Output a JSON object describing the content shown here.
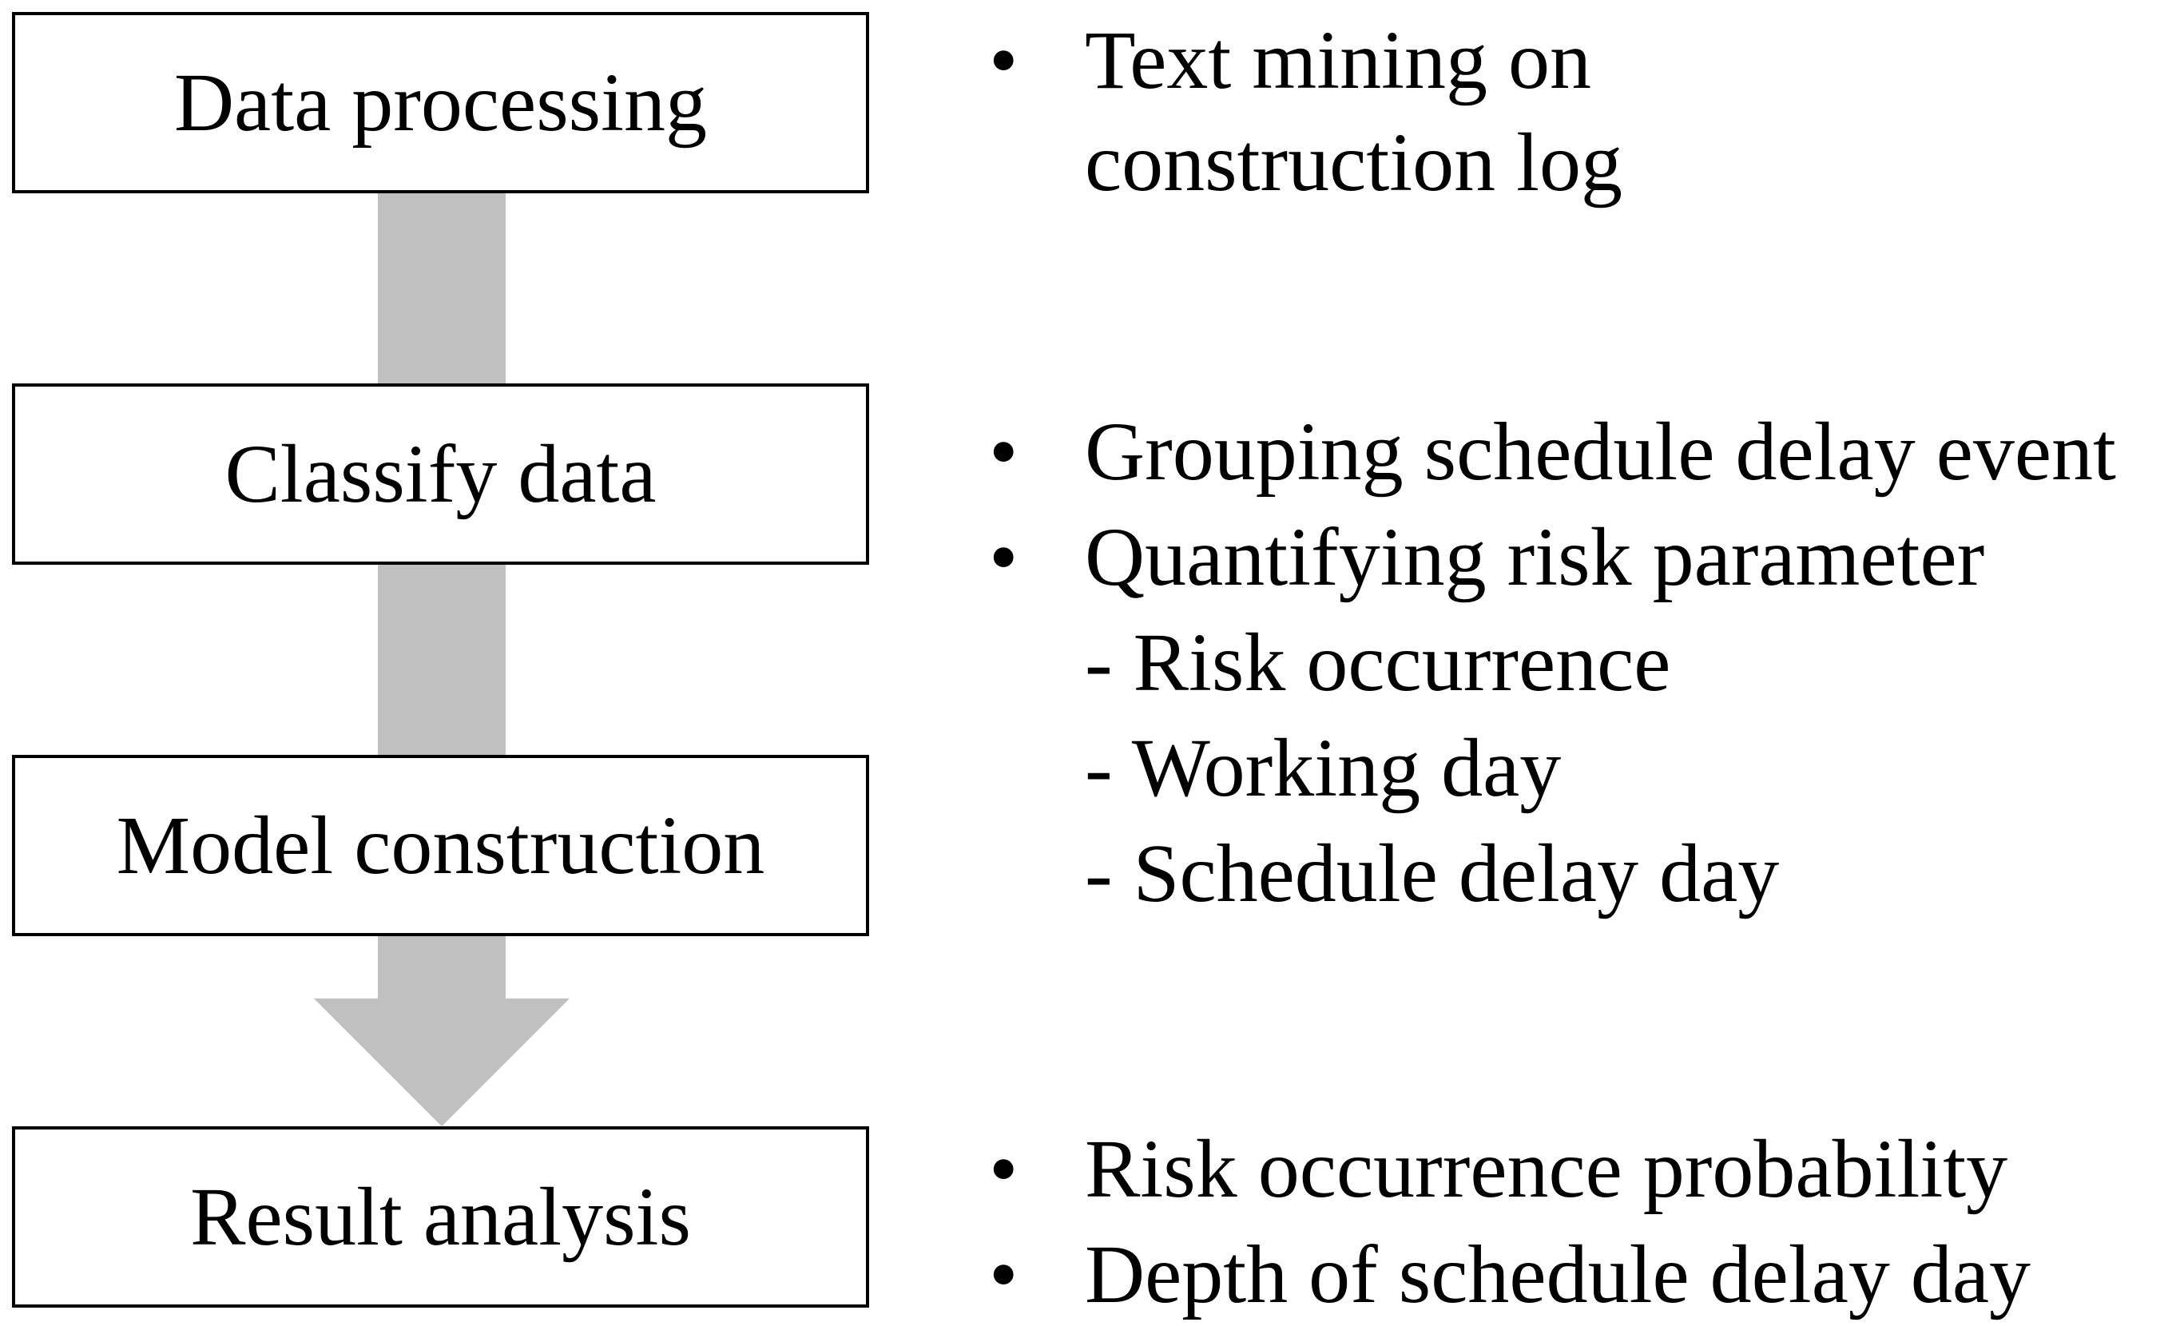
{
  "steps": [
    {
      "label": "Data processing"
    },
    {
      "label": "Classify data"
    },
    {
      "label": "Model construction"
    },
    {
      "label": "Result analysis"
    }
  ],
  "bullet_symbol": "•",
  "notes": {
    "data_processing": {
      "line1": "Text mining on",
      "line2": "construction log"
    },
    "classify_data": {
      "bullet1": "Grouping schedule delay event",
      "bullet2": "Quantifying risk parameter",
      "sub1": "- Risk occurrence",
      "sub2": "- Working day",
      "sub3": "- Schedule delay day"
    },
    "result_analysis": {
      "bullet1": "Risk occurrence probability",
      "bullet2": "Depth of schedule delay day"
    }
  },
  "colors": {
    "arrow": "#c0c0c0",
    "box_border": "#000000",
    "text": "#000000",
    "background": "#ffffff"
  }
}
